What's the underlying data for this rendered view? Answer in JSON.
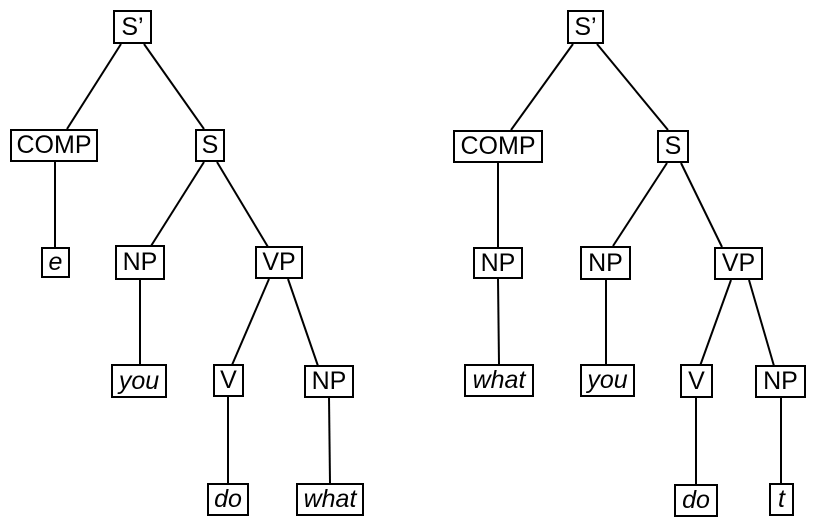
{
  "diagram": {
    "kind": "syntax-tree-pair",
    "background_color": "#ffffff",
    "box_fill": "#ffffff",
    "box_border_color": "#000000",
    "edge_color": "#000000"
  },
  "trees": {
    "left": {
      "nodes": [
        {
          "id": "sbar",
          "label": "S’",
          "italic": false
        },
        {
          "id": "comp",
          "label": "COMP",
          "italic": false
        },
        {
          "id": "s",
          "label": "S",
          "italic": false
        },
        {
          "id": "e",
          "label": "e",
          "italic": true
        },
        {
          "id": "np-subj",
          "label": "NP",
          "italic": false
        },
        {
          "id": "vp",
          "label": "VP",
          "italic": false
        },
        {
          "id": "you",
          "label": "you",
          "italic": true
        },
        {
          "id": "v",
          "label": "V",
          "italic": false
        },
        {
          "id": "np-obj",
          "label": "NP",
          "italic": false
        },
        {
          "id": "do",
          "label": "do",
          "italic": true
        },
        {
          "id": "what",
          "label": "what",
          "italic": true
        }
      ],
      "edges": [
        [
          "sbar",
          "comp"
        ],
        [
          "sbar",
          "s"
        ],
        [
          "comp",
          "e"
        ],
        [
          "s",
          "np-subj"
        ],
        [
          "s",
          "vp"
        ],
        [
          "np-subj",
          "you"
        ],
        [
          "vp",
          "v"
        ],
        [
          "vp",
          "np-obj"
        ],
        [
          "v",
          "do"
        ],
        [
          "np-obj",
          "what"
        ]
      ]
    },
    "right": {
      "nodes": [
        {
          "id": "sbar",
          "label": "S’",
          "italic": false
        },
        {
          "id": "comp",
          "label": "COMP",
          "italic": false
        },
        {
          "id": "s",
          "label": "S",
          "italic": false
        },
        {
          "id": "np-comp",
          "label": "NP",
          "italic": false
        },
        {
          "id": "np-subj",
          "label": "NP",
          "italic": false
        },
        {
          "id": "vp",
          "label": "VP",
          "italic": false
        },
        {
          "id": "what",
          "label": "what",
          "italic": true
        },
        {
          "id": "you",
          "label": "you",
          "italic": true
        },
        {
          "id": "v",
          "label": "V",
          "italic": false
        },
        {
          "id": "np-obj",
          "label": "NP",
          "italic": false
        },
        {
          "id": "do",
          "label": "do",
          "italic": true
        },
        {
          "id": "t",
          "label": "t",
          "italic": true
        }
      ],
      "edges": [
        [
          "sbar",
          "comp"
        ],
        [
          "sbar",
          "s"
        ],
        [
          "comp",
          "np-comp"
        ],
        [
          "np-comp",
          "what"
        ],
        [
          "s",
          "np-subj"
        ],
        [
          "s",
          "vp"
        ],
        [
          "np-subj",
          "you"
        ],
        [
          "vp",
          "v"
        ],
        [
          "vp",
          "np-obj"
        ],
        [
          "v",
          "do"
        ],
        [
          "np-obj",
          "t"
        ]
      ]
    }
  }
}
